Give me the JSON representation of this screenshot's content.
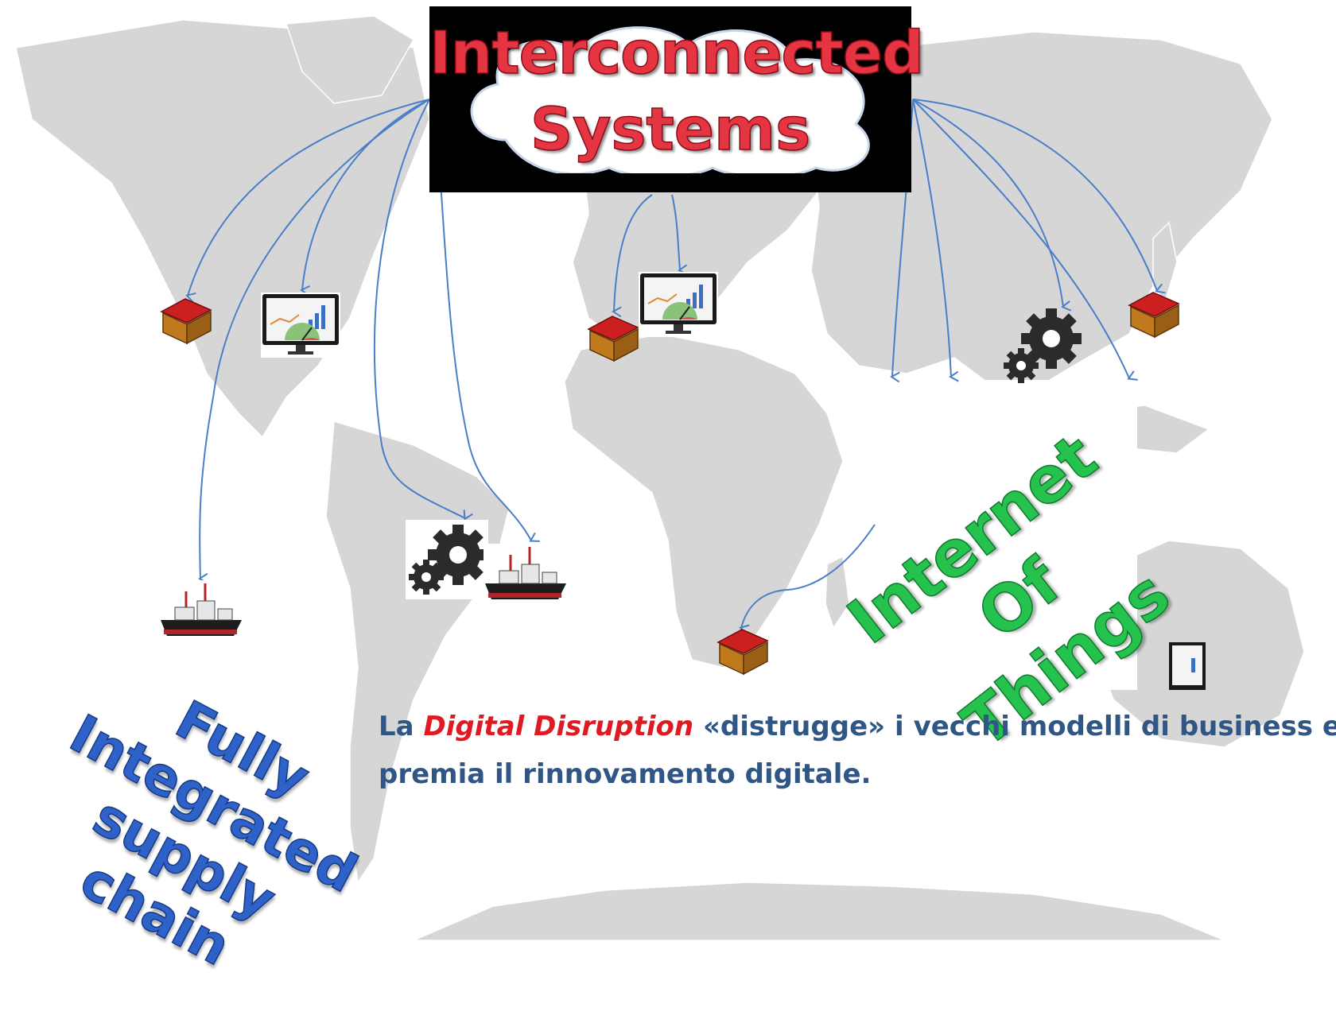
{
  "title": {
    "line1": "Interconnected",
    "line2": "Systems"
  },
  "labels": {
    "iot": [
      "Internet",
      "Of",
      "Things"
    ],
    "supply_chain": [
      "Fully",
      "Integrated",
      "supply chain"
    ]
  },
  "caption": {
    "w1": "La",
    "w2": "Digital",
    "w3": "Disruption",
    "w4": "«distrugge»",
    "w5": "i",
    "w6": "vecchi",
    "w7": "modelli",
    "w8": "di",
    "w9": "business",
    "w10": "e",
    "line2": "premia il rinnovamento digitale."
  },
  "icons": {
    "warehouse": "warehouse-icon",
    "monitor": "dashboard-monitor-icon",
    "gears": "gears-icon",
    "ship": "cargo-ship-icon"
  },
  "colors": {
    "title_red": "#e53543",
    "iot_green": "#25c24e",
    "supply_blue": "#2f62c8",
    "caption_blue": "#2f5684",
    "caption_highlight": "#e01a22",
    "arrow_blue": "#4a7ec8",
    "map_gray": "#d6d6d6"
  }
}
